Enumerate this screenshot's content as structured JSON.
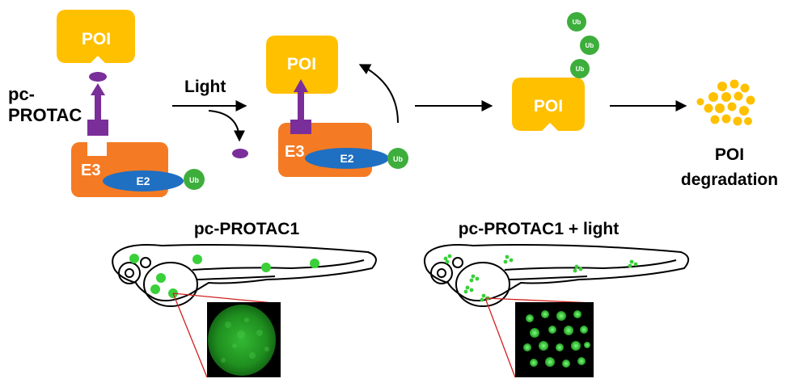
{
  "labels": {
    "poi": "POI",
    "e3": "E3",
    "e2": "E2",
    "ub": "Ub",
    "pc_protac_line1": "pc-",
    "pc_protac_line2": "PROTAC",
    "light": "Light",
    "poi_degradation_line1": "POI",
    "poi_degradation_line2": "degradation",
    "fish_title_left": "pc-PROTAC1",
    "fish_title_right": "pc-PROTAC1 + light"
  },
  "colors": {
    "poi": "#FFC000",
    "e3": "#F47B24",
    "e2": "#1F6FC2",
    "ub": "#3DAE3B",
    "protac": "#7A2E9A",
    "fluorescence": "#39D039",
    "zoom_line": "#D22020"
  },
  "icons": [
    "photocage-cap",
    "linker-arrow",
    "degraded-fragments",
    "zebrafish-larva",
    "fluorescence-micrograph"
  ]
}
